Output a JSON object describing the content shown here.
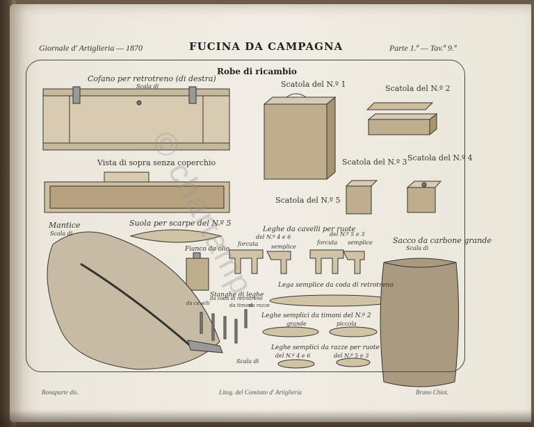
{
  "header": {
    "left": "Giornale d' Artiglieria — 1870",
    "title": "FUCINA DA CAMPAGNA",
    "right": "Parte 1.ª — Tav.ª 9.ª"
  },
  "section_title": "Robe di ricambio",
  "labels": {
    "cofano": "Cofano per retrotreno (di destra)",
    "cofano_scale": "Scala di",
    "vista": "Vista di sopra senza coperchio",
    "mantice": "Mantice",
    "mantice_scale": "Scala di",
    "suola": "Suola per scarpe del N.º 5",
    "fianco": "Fianco da olio",
    "scatola1": "Scatola del N.º 1",
    "scatola2": "Scatola del N.º 2",
    "scatola3": "Scatola del N.º 3",
    "scatola4": "Scatola del N.º 4",
    "scatola5": "Scatola del N.º 5",
    "leghe_cavelli": "Leghe da cavelli per ruote",
    "num_left": "del N.º 4 e 6",
    "num_right": "del N.º 5 e 3",
    "forcuta1": "forcuta",
    "semplice1": "semplice",
    "forcuta2": "forcuta",
    "semplice2": "semplice",
    "sacco": "Sacco da carbone grande",
    "sacco_scale": "Scala di",
    "stanghe": "Stanghe di leghe",
    "da_cavelli": "da cavelli",
    "da_coda": "da coda di retrotreno",
    "da_timoni": "da timoni",
    "da_razze": "da razze",
    "lega_semplice": "Lega semplice da coda di retrotreno",
    "leghe_timoni": "Leghe semplici da timoni del N.º 2",
    "grande": "grande",
    "piccola": "piccola",
    "leghe_razze": "Leghe semplici da razze per ruote",
    "razze_left": "del N.º 4 e 6",
    "razze_right": "del N.º 5 e 3",
    "scala_bottom": "Scala di"
  },
  "footer": {
    "left": "Bonaparte dis.",
    "center": "Litog. del Comitato d' Artiglieria",
    "right": "Bruno Chiot."
  },
  "watermark": "© chartamp"
}
